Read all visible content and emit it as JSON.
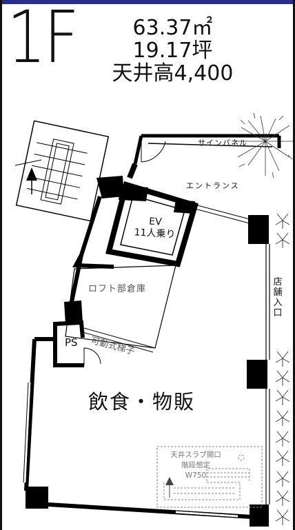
{
  "header": {
    "floor": "1F",
    "area_m2": "63.37㎡",
    "area_tsubo": "19.17坪",
    "ceiling_height": "天井高4,400"
  },
  "plan": {
    "sign_panel": "サインパネル",
    "entrance": "エントランス",
    "elevator": {
      "name": "EV",
      "capacity": "11人乗り"
    },
    "loft_storage": "ロフト部倉庫",
    "pipe_space": "PS",
    "movable_ladder": "可動式梯子",
    "main_room": "飲食・物販",
    "store_entrance": "店舗入口",
    "ceiling_slab_opening": "天井スラブ開口",
    "assumed_stairs": "階段想定",
    "stair_width": "W750"
  },
  "colors": {
    "accent_bar": "#2b2f8c",
    "wall": "#000000",
    "dashed": "#888888"
  },
  "icons": [
    "stair-up-arrow-icon",
    "tree-icon",
    "shrub-icon"
  ]
}
